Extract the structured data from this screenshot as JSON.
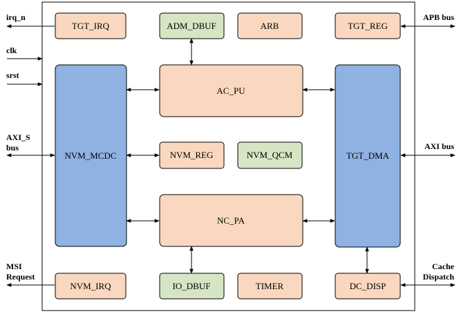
{
  "colors": {
    "peach_fill": "#fad8bf",
    "green_fill": "#d6e5c4",
    "blue_fill": "#8fb2e3",
    "border": "#000000"
  },
  "blocks": {
    "tgt_irq": "TGT_IRQ",
    "adm_dbuf": "ADM_DBUF",
    "arb": "ARB",
    "tgt_reg": "TGT_REG",
    "ac_pu": "AC_PU",
    "nvm_mcdc": "NVM_MCDC",
    "tgt_dma": "TGT_DMA",
    "nvm_reg": "NVM_REG",
    "nvm_qcm": "NVM_QCM",
    "nc_pa": "NC_PA",
    "nvm_irq": "NVM_IRQ",
    "io_dbuf": "IO_DBUF",
    "timer": "TIMER",
    "dc_disp": "DC_DISP"
  },
  "signals": {
    "irq_n": "irq_n",
    "clk": "clk",
    "srst": "srst",
    "axi_s_bus": [
      "AXI_S",
      "bus"
    ],
    "msi_request": [
      "MSI",
      "Request"
    ],
    "apb_bus": "APB bus",
    "axi_bus": "AXI bus",
    "cache_dispatch": [
      "Cache",
      "Dispatch"
    ]
  }
}
